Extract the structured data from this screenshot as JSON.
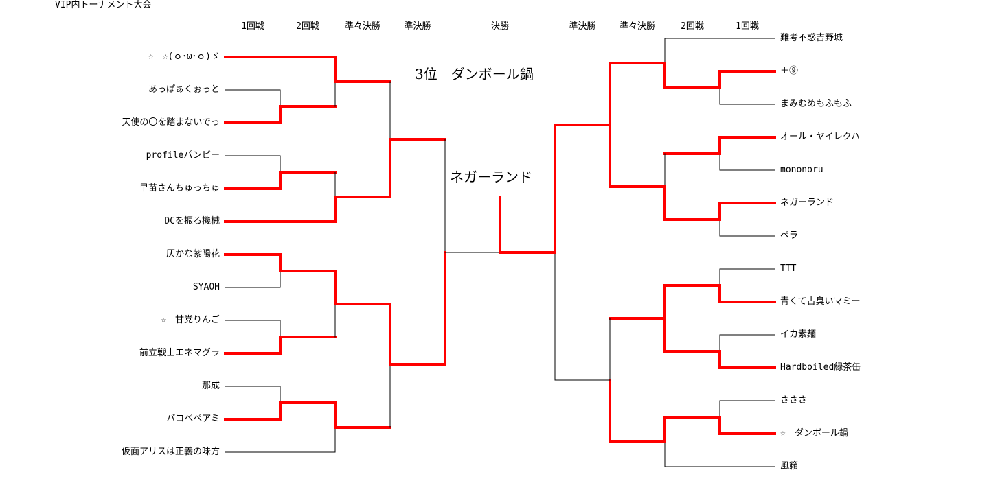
{
  "title": "VIP内トーナメント大会",
  "rounds_left": [
    "1回戦",
    "2回戦",
    "準々決勝",
    "準決勝"
  ],
  "round_final": "決勝",
  "rounds_right": [
    "準決勝",
    "準々決勝",
    "2回戦",
    "1回戦"
  ],
  "third_place_label": "3位　ダンボール鍋",
  "champion": "ネガーランド",
  "line_colors": {
    "winner": "#ff0000",
    "normal": "#000000"
  },
  "left_players": [
    "☆　☆(ｏ･ω･ｏ)ゞ",
    "あっぱぁくぉっと",
    "天使の〇を踏まないでっ",
    "profileパンピー",
    "早苗さんちゅっちゅ",
    "DCを振る機械",
    "仄かな紫陽花",
    "SYAOH",
    "☆　甘党りんご",
    "前立戦士エネマグラ",
    "那成",
    "バコベペアミ",
    "仮面アリスは正義の味方"
  ],
  "right_players": [
    "難考不惑吉野城",
    "＋⑨",
    "まみむめもふもふ",
    "オール・ヤイレクハ",
    "mononoru",
    "ネガーランド",
    "ペラ",
    "TTT",
    "青くて古臭いマミー",
    "イカ素麺",
    "Hardboiled緑茶缶",
    "さささ",
    "☆　ダンボール鍋",
    "風籟"
  ]
}
